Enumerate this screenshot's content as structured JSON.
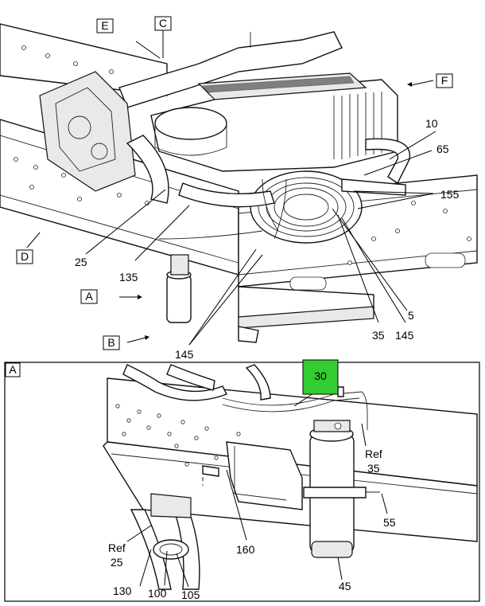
{
  "main_view": {
    "view_labels": [
      "E",
      "C",
      "F",
      "D",
      "A",
      "B"
    ],
    "callouts": [
      "10",
      "65",
      "155",
      "25",
      "135",
      "5",
      "35",
      "145",
      "145"
    ]
  },
  "detail_view": {
    "label": "A",
    "highlighted_callout": "30",
    "highlight_color": "#33cc33",
    "callouts": [
      "Ref",
      "35",
      "55",
      "Ref",
      "25",
      "160",
      "130",
      "100",
      "105",
      "45"
    ]
  }
}
